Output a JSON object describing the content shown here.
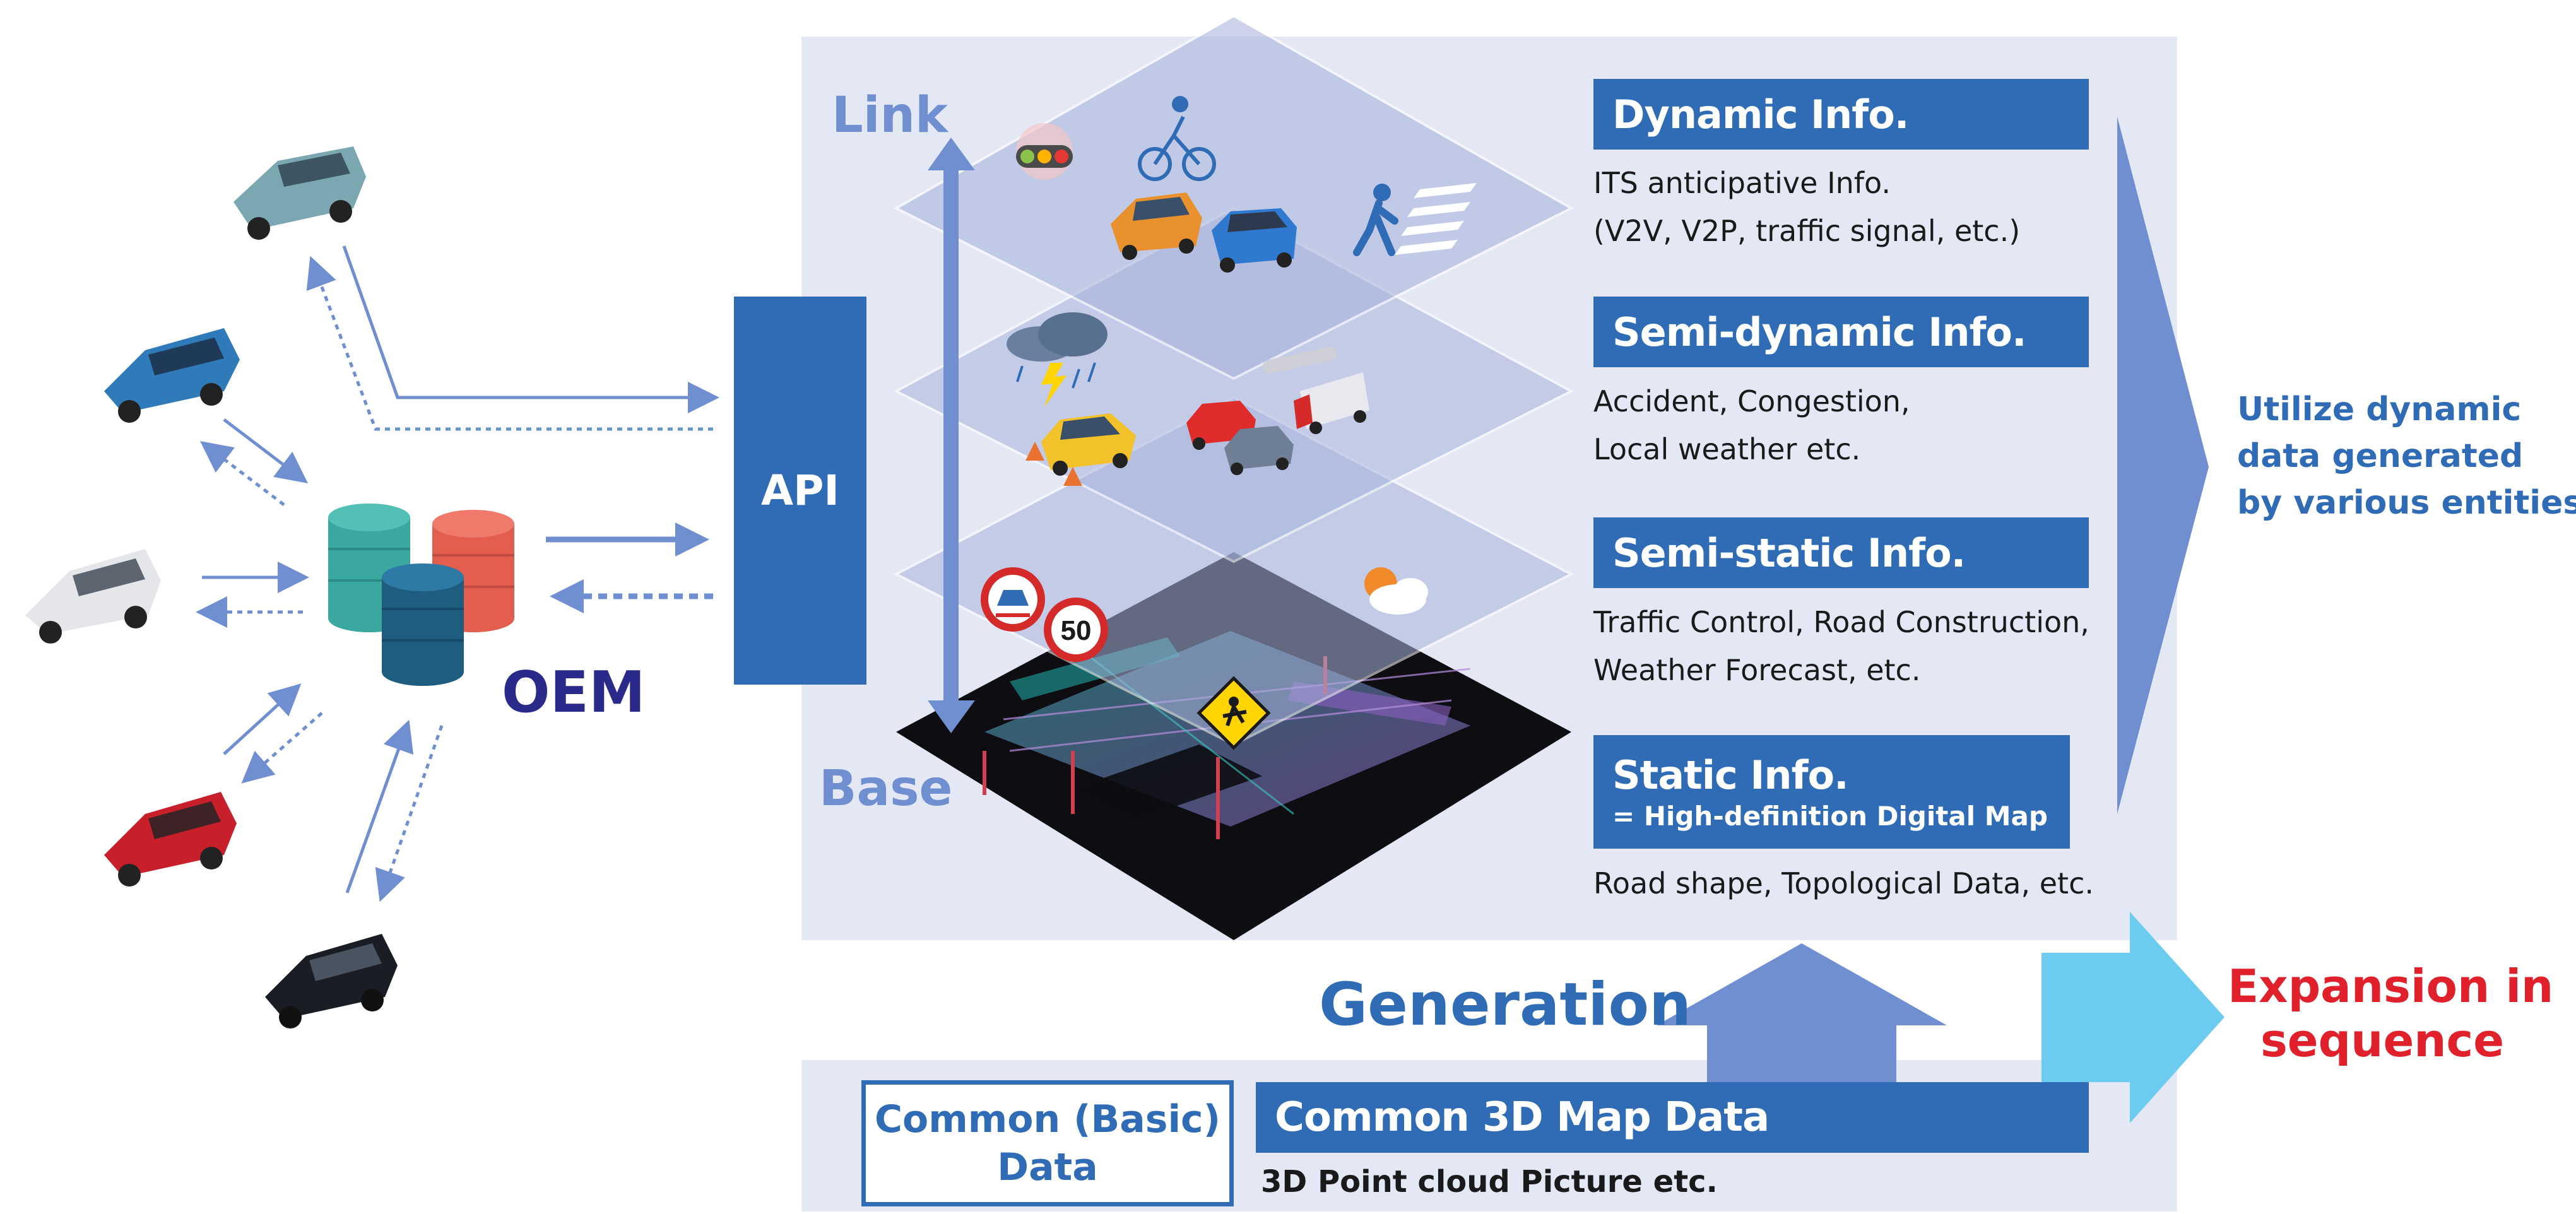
{
  "labels": {
    "link": "Link",
    "base": "Base",
    "api": "API",
    "oem": "OEM",
    "generation": "Generation",
    "utilize": [
      "Utilize dynamic",
      "data generated",
      "by various entities"
    ],
    "expansion": [
      "Expansion in",
      "sequence"
    ]
  },
  "layers": [
    {
      "title": "Dynamic Info.",
      "desc": [
        "ITS anticipative Info.",
        "(V2V, V2P, traffic signal, etc.)"
      ]
    },
    {
      "title": "Semi-dynamic Info.",
      "desc": [
        "Accident, Congestion,",
        "Local weather etc."
      ]
    },
    {
      "title": "Semi-static Info.",
      "desc": [
        "Traffic Control, Road Construction,",
        "Weather Forecast, etc."
      ]
    },
    {
      "title": "Static Info.",
      "subtitle": "= High-definition Digital Map",
      "desc": [
        "Road shape, Topological Data, etc."
      ]
    }
  ],
  "common": {
    "basic_label": [
      "Common (Basic)",
      "Data"
    ],
    "map_title": "Common 3D Map Data",
    "map_desc": "3D Point cloud Picture etc."
  },
  "speed_sign": "50",
  "colors": {
    "accent": "#2f6cb5",
    "panel": "#e3e8f4",
    "arrow": "#6f8fd0",
    "cyan": "#6cccf0",
    "red": "#e0212c",
    "navy": "#2a2a8a"
  },
  "icons": [
    "car-icon",
    "database-icon",
    "traffic-light-icon",
    "cyclist-icon",
    "pedestrian-icon",
    "storm-cloud-icon",
    "construction-sign-icon",
    "sun-cloud-icon",
    "no-vehicles-sign-icon",
    "speed-limit-sign-icon"
  ]
}
